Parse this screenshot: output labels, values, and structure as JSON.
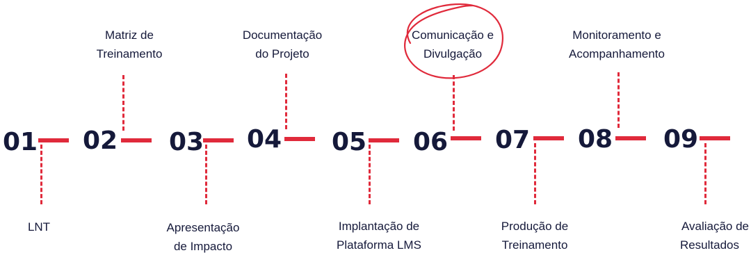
{
  "steps": [
    {
      "number": "01",
      "label": [
        "LNT"
      ],
      "position": "below"
    },
    {
      "number": "02",
      "label": [
        "Matriz de",
        "Treinamento"
      ],
      "position": "above"
    },
    {
      "number": "03",
      "label": [
        "Apresentação",
        "de Impacto"
      ],
      "position": "below"
    },
    {
      "number": "04",
      "label": [
        "Documentação",
        "do Projeto"
      ],
      "position": "above"
    },
    {
      "number": "05",
      "label": [
        "Implantação de",
        "Plataforma LMS"
      ],
      "position": "below"
    },
    {
      "number": "06",
      "label": [
        "Comunicação e",
        "Divulgação"
      ],
      "position": "above",
      "highlighted": true
    },
    {
      "number": "07",
      "label": [
        "Produção de",
        "Treinamento"
      ],
      "position": "below"
    },
    {
      "number": "08",
      "label": [
        "Monitoramento e",
        "Acompanhamento"
      ],
      "position": "above"
    },
    {
      "number": "09",
      "label": [
        "Avaliação de",
        "Resultados"
      ],
      "position": "below"
    }
  ],
  "colors": {
    "accent": "#e02a3b",
    "text": "#15193a"
  }
}
